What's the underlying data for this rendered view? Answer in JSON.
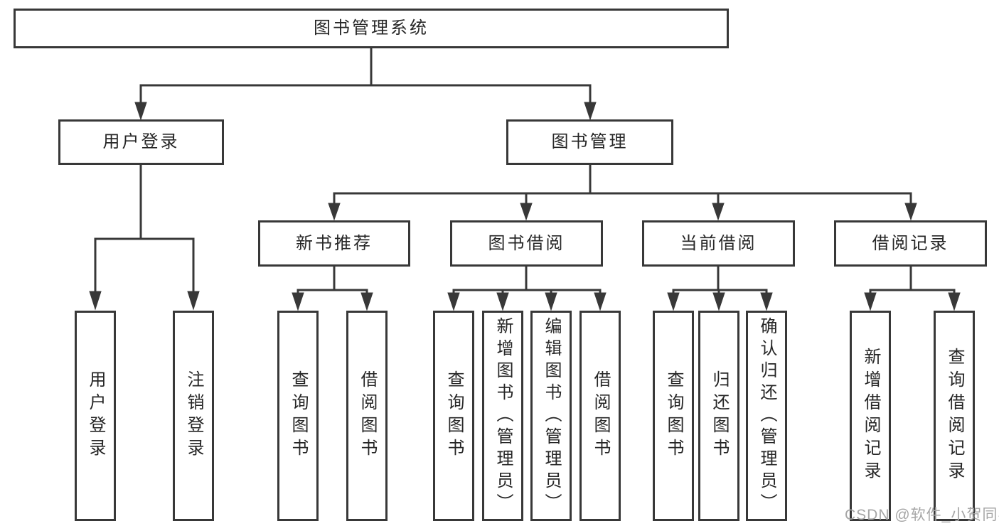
{
  "title": "图书管理系统",
  "watermark": "CSDN @软件_小贺同学",
  "colors": {
    "line": "#383838",
    "text": "#262626",
    "watermark": "#a6a6a6",
    "background": "#ffffff"
  },
  "nodes": {
    "root": "图书管理系统",
    "user_login": "用户登录",
    "book_mgmt": "图书管理",
    "new_book_rec": "新书推荐",
    "book_borrow": "图书借阅",
    "current_borrow": "当前借阅",
    "borrow_records": "借阅记录",
    "leaf_user_login": "用户登录",
    "leaf_logout": "注销登录",
    "leaf_query_book_under_rec": "查询图书",
    "leaf_borrow_book_under_rec": "借阅图书",
    "leaf_query_book_under_borrow": "查询图书",
    "leaf_add_book": "新增图书（管理员）",
    "leaf_edit_book": "编辑图书（管理员）",
    "leaf_borrow_book_under_borrow": "借阅图书",
    "leaf_query_book_under_current": "查询图书",
    "leaf_return_book": "归还图书",
    "leaf_confirm_return": "确认归还（管理员）",
    "leaf_add_borrow_record": "新增借阅记录",
    "leaf_query_borrow_record": "查询借阅记录"
  }
}
